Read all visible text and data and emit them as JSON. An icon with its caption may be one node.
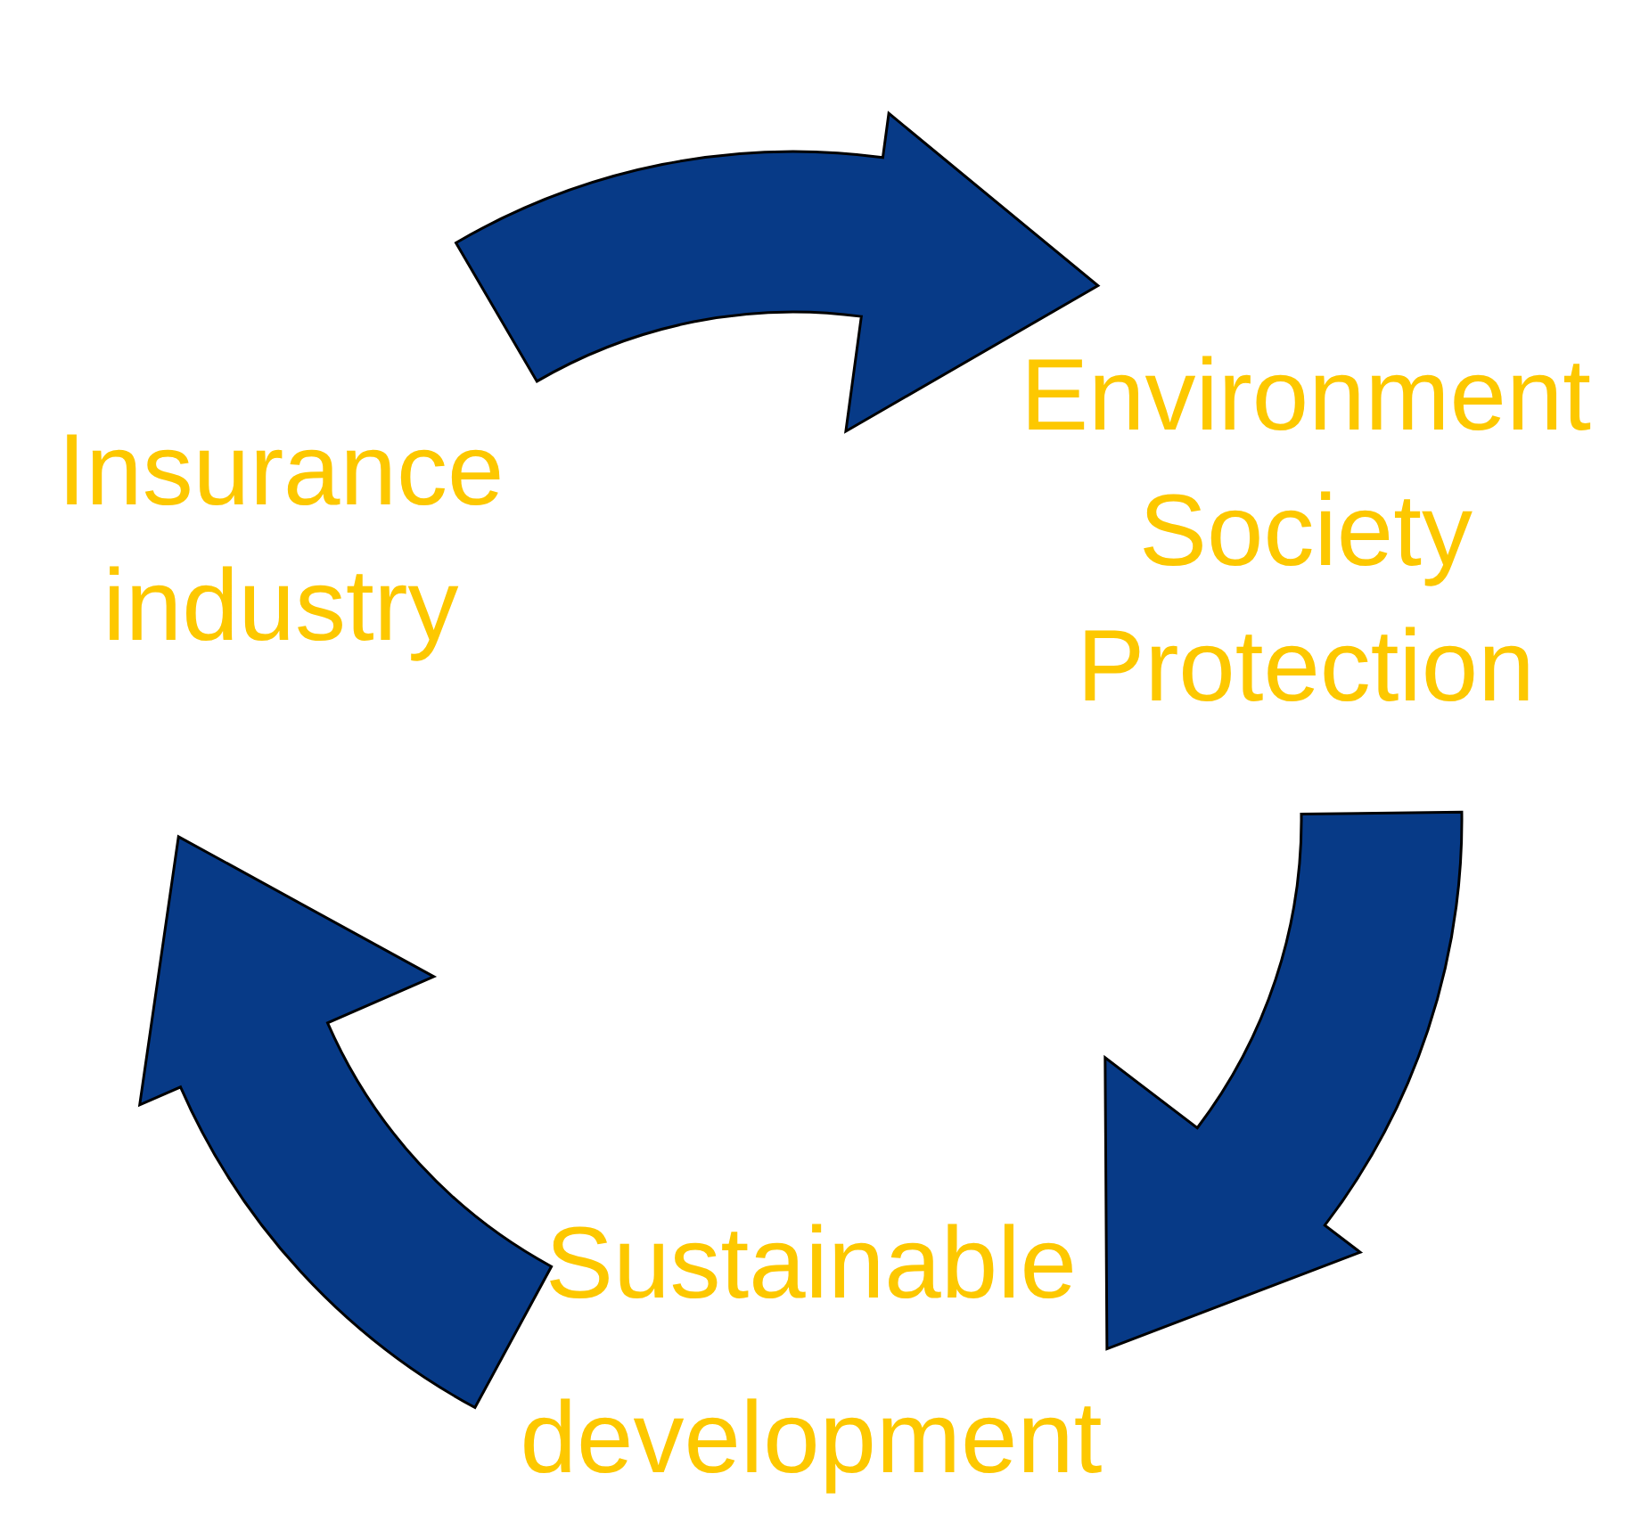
{
  "diagram": {
    "nodes": [
      {
        "text": [
          "Insurance industry"
        ]
      },
      {
        "text": [
          "Environment Society Protection"
        ]
      },
      {
        "text": [
          "Sustainable development"
        ]
      }
    ],
    "edges": [
      {
        "from": 0,
        "to": 1,
        "arrow": "to"
      },
      {
        "from": 1,
        "to": 2,
        "arrow": "to"
      },
      {
        "from": 2,
        "to": 0,
        "arrow": "to"
      }
    ]
  }
}
